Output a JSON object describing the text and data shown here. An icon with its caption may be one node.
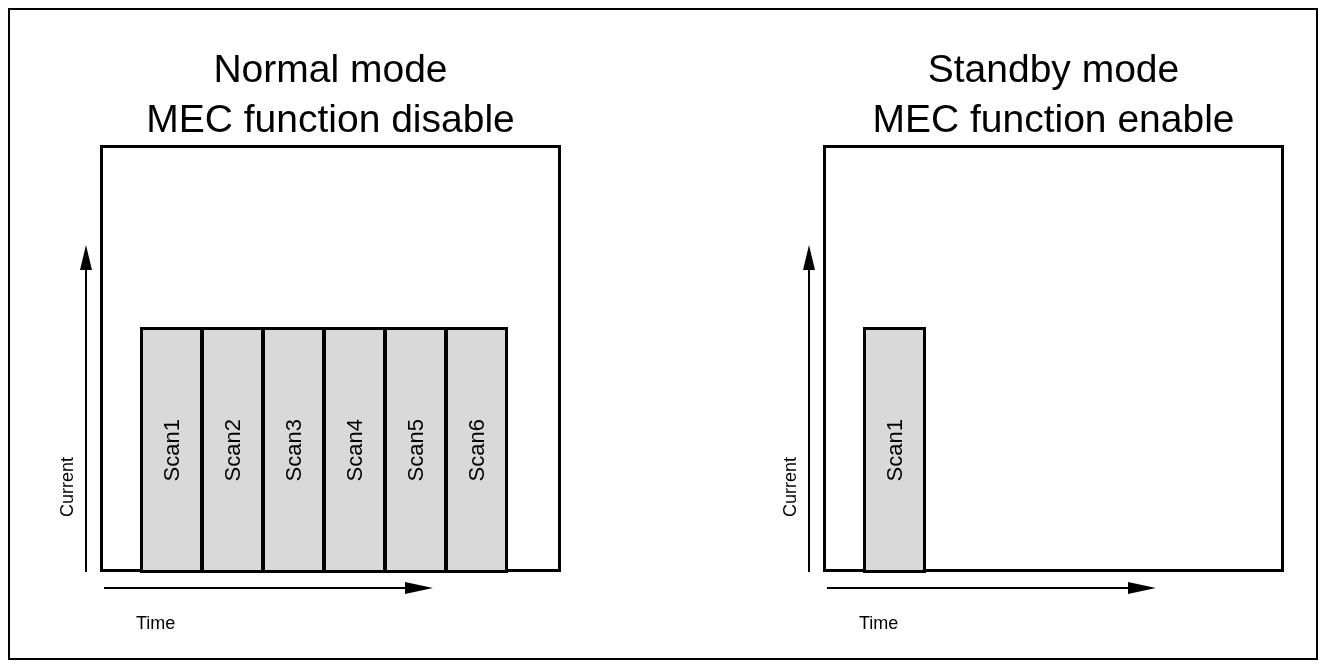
{
  "diagram": {
    "nodes": [
      {
        "text": [
          "Normal mode",
          "MEC function disable"
        ]
      },
      {
        "text": [
          "Scan1"
        ],
        "in": 0
      },
      {
        "text": [
          "Scan2"
        ],
        "in": 0
      },
      {
        "text": [
          "Scan3"
        ],
        "in": 0
      },
      {
        "text": [
          "Scan4"
        ],
        "in": 0
      },
      {
        "text": [
          "Scan5"
        ],
        "in": 0
      },
      {
        "text": [
          "Scan6"
        ],
        "in": 0
      },
      {
        "text": [
          "Standby mode",
          "MEC function enable"
        ]
      },
      {
        "text": [
          "Scan1"
        ],
        "in": 7
      }
    ],
    "labels": [
      "Current",
      "Time",
      "Current",
      "Time"
    ]
  }
}
